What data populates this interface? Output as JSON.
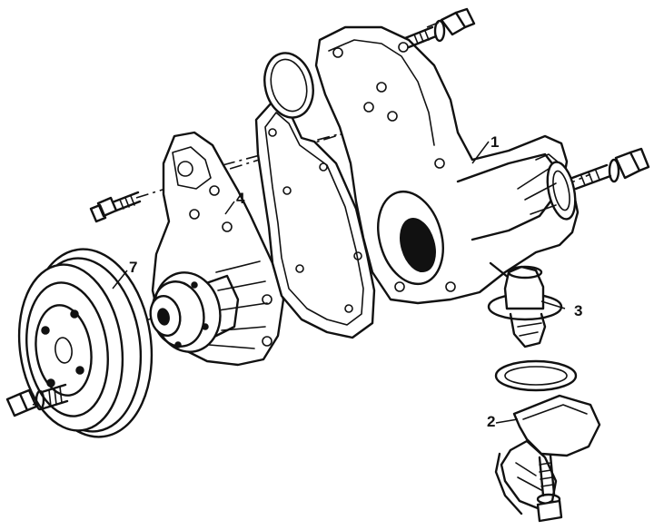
{
  "callouts": {
    "part_1": "1",
    "part_2": "2",
    "part_3": "3",
    "part_4": "4",
    "part_7": "7"
  },
  "colors": {
    "ink": "#111111",
    "paper": "#ffffff"
  }
}
